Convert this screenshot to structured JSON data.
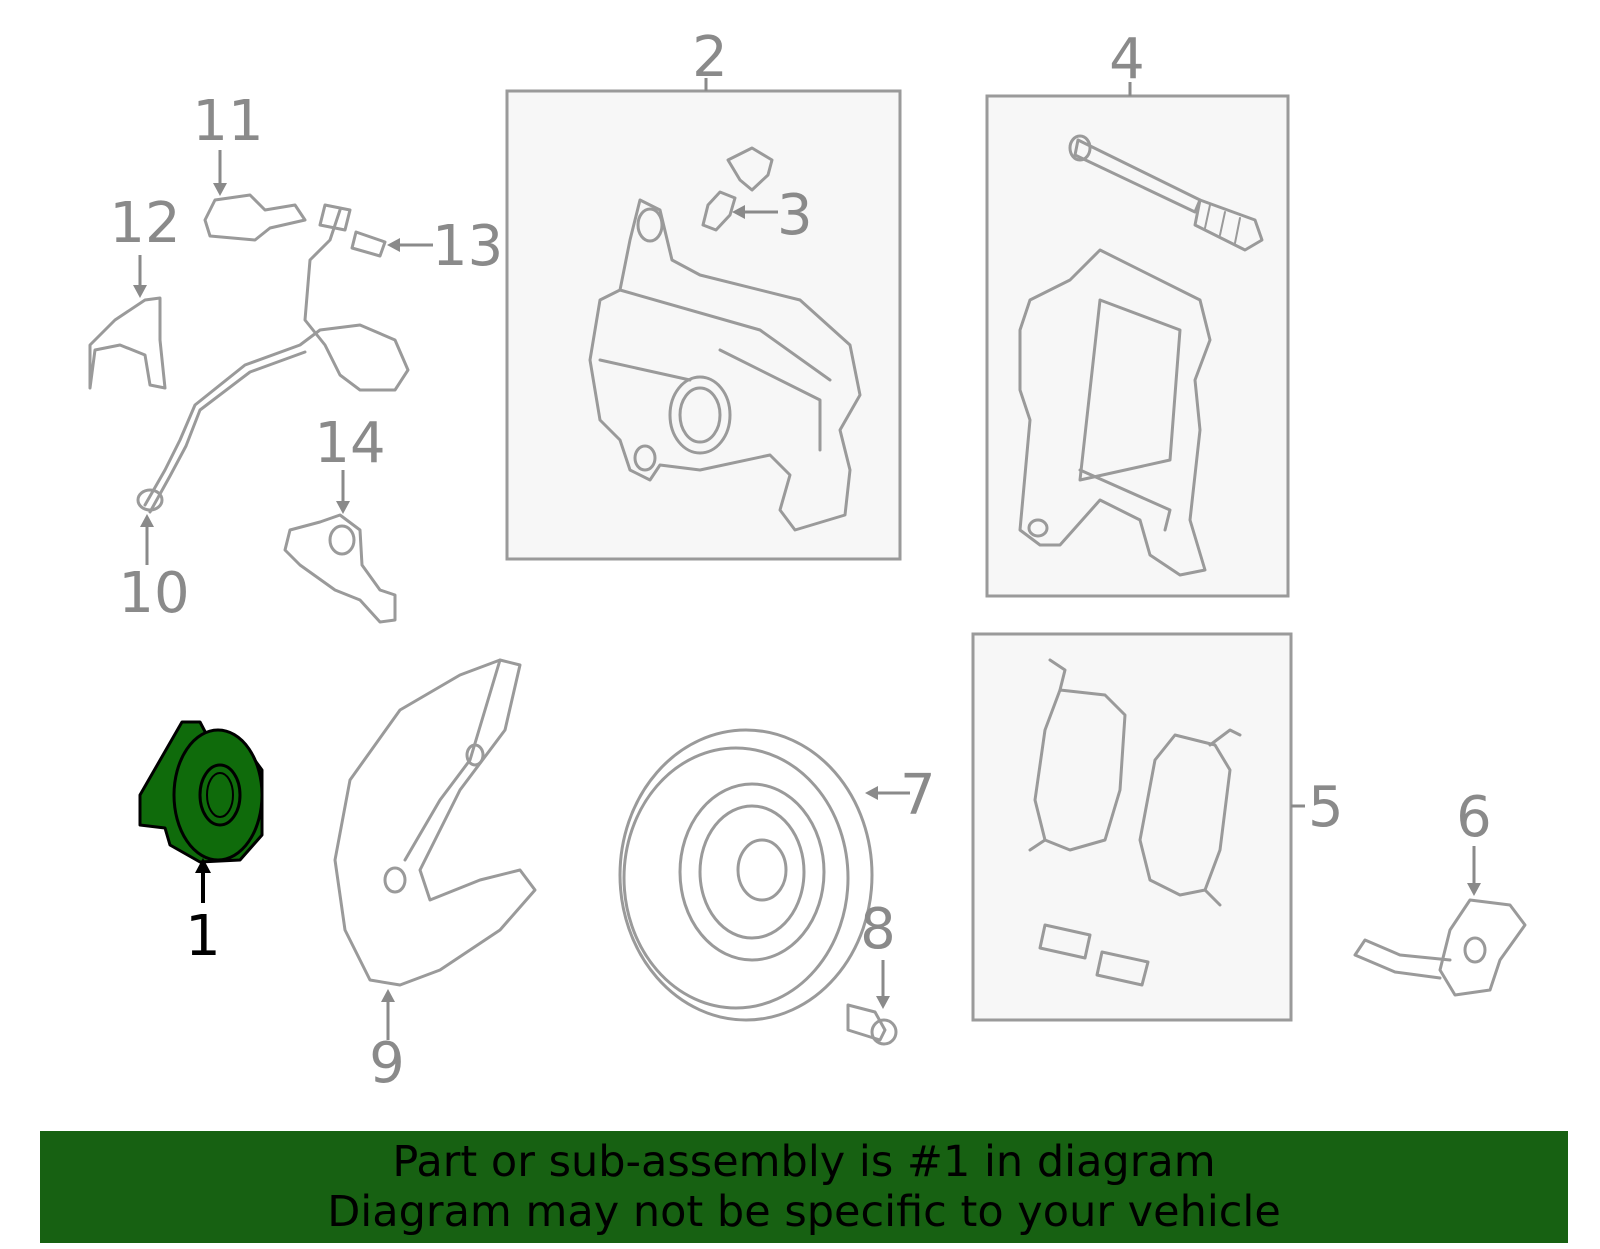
{
  "callouts": [
    {
      "id": "1",
      "label": "1",
      "highlighted": true
    },
    {
      "id": "2",
      "label": "2"
    },
    {
      "id": "3",
      "label": "3"
    },
    {
      "id": "4",
      "label": "4"
    },
    {
      "id": "5",
      "label": "5"
    },
    {
      "id": "6",
      "label": "6"
    },
    {
      "id": "7",
      "label": "7"
    },
    {
      "id": "8",
      "label": "8"
    },
    {
      "id": "9",
      "label": "9"
    },
    {
      "id": "10",
      "label": "10"
    },
    {
      "id": "11",
      "label": "11"
    },
    {
      "id": "12",
      "label": "12"
    },
    {
      "id": "13",
      "label": "13"
    },
    {
      "id": "14",
      "label": "14"
    }
  ],
  "colors": {
    "highlight_part": "#0f6b0b",
    "banner_background": "#176112",
    "line_gray": "#9a9a9a",
    "box_fill": "#f7f7f7"
  },
  "banner": {
    "line1": "Part or sub-assembly is #1 in diagram",
    "line2": "Diagram may not be specific to your vehicle"
  }
}
